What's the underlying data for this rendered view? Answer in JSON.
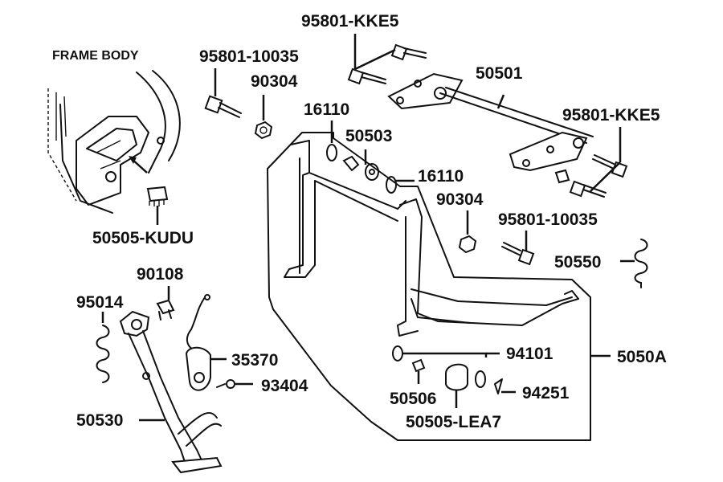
{
  "labels": {
    "frame_body": "FRAME BODY",
    "p95801_kke5_top": "95801-KKE5",
    "p95801_10035_top": "95801-10035",
    "p90304_top": "90304",
    "p50501": "50501",
    "p16110_top": "16110",
    "p50503": "50503",
    "p95801_kke5_right": "95801-KKE5",
    "p16110_mid": "16110",
    "p90304_mid": "90304",
    "p95801_10035_mid": "95801-10035",
    "p50505_kudu": "50505-KUDU",
    "p50550": "50550",
    "p90108": "90108",
    "p95014": "95014",
    "p35370": "35370",
    "p93404": "93404",
    "p94101": "94101",
    "p5050a": "5050A",
    "p50506": "50506",
    "p94251": "94251",
    "p50530": "50530",
    "p50505_lea7": "50505-LEA7"
  },
  "colors": {
    "ink": "#111111",
    "background": "#ffffff"
  }
}
